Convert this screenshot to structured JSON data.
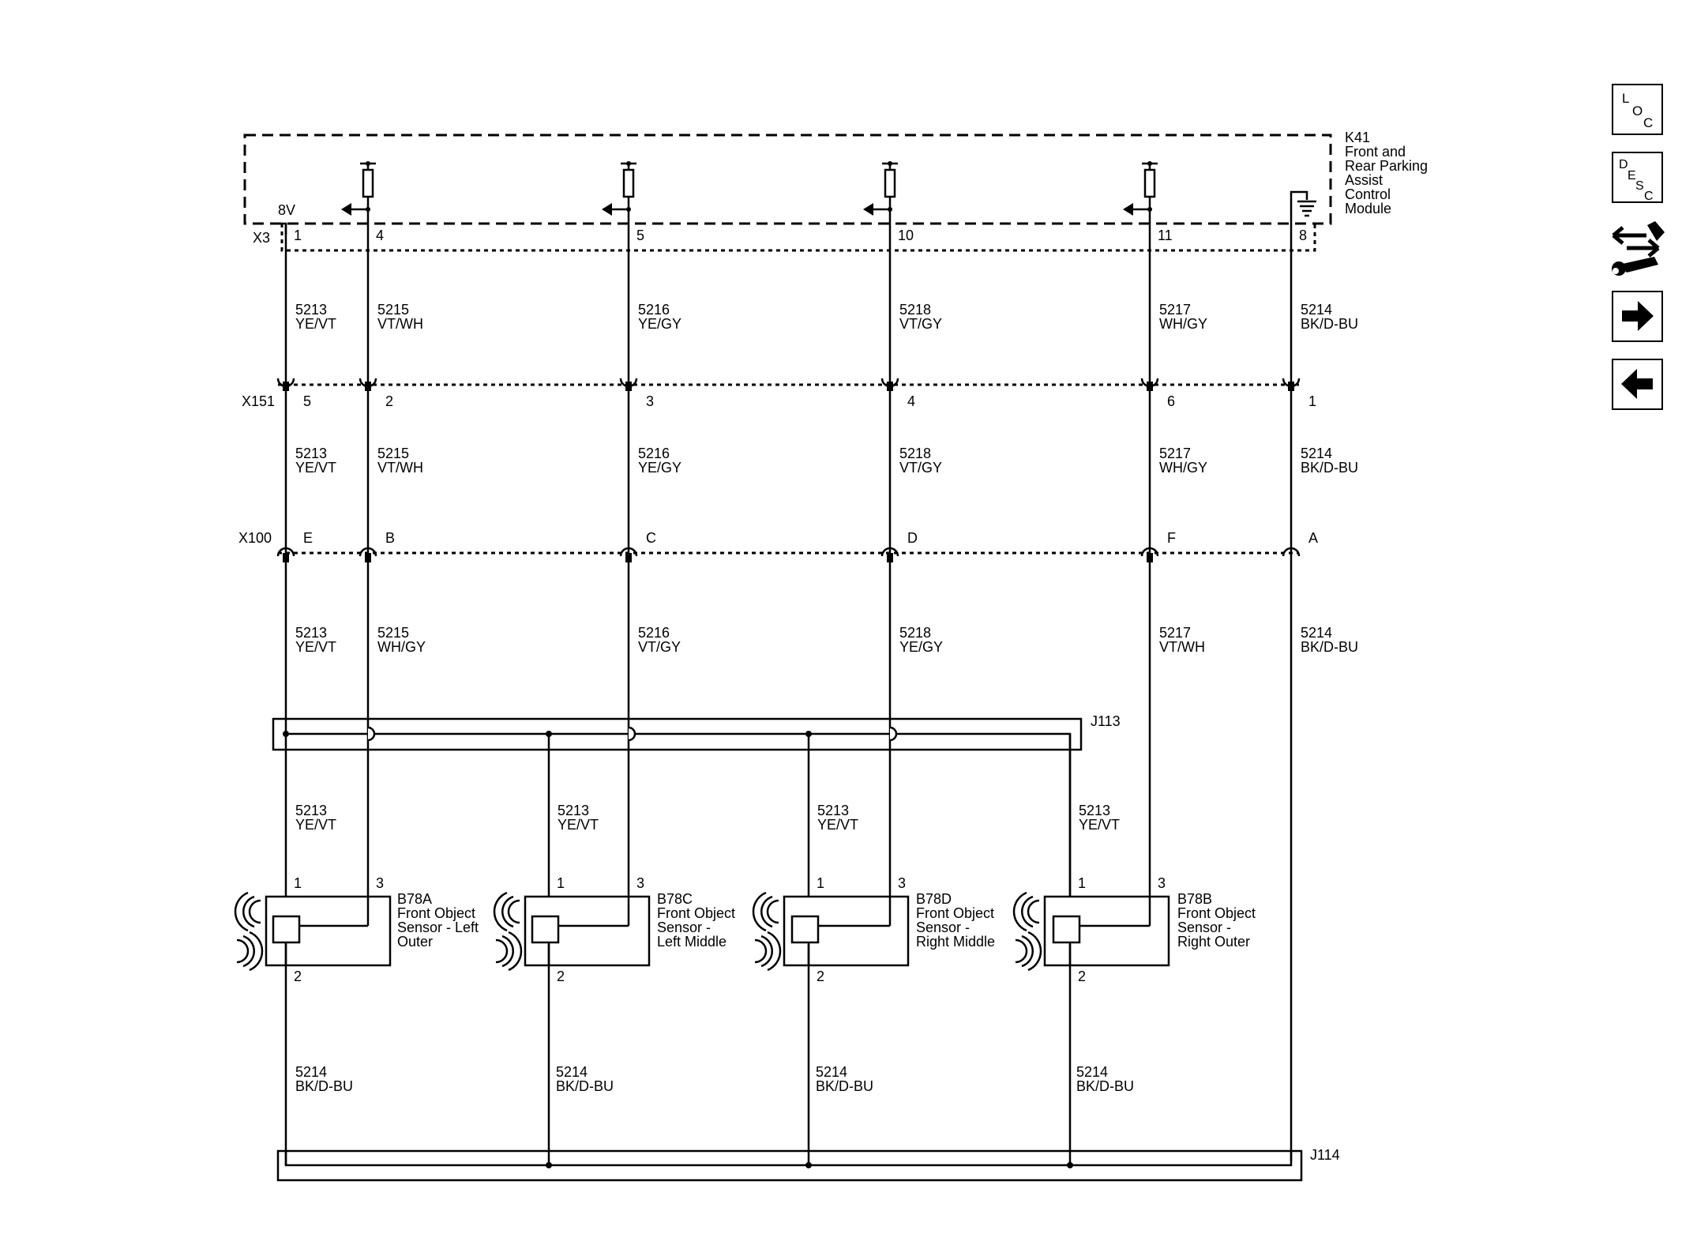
{
  "module": {
    "ref": "K41",
    "name_lines": [
      "Front and",
      "Rear Parking",
      "Assist",
      "Control",
      "Module"
    ],
    "connector": "X3",
    "voltage": "8V",
    "pins": [
      "1",
      "4",
      "5",
      "10",
      "11",
      "8"
    ]
  },
  "inline_connectors": [
    {
      "ref": "X151",
      "pins": [
        "5",
        "2",
        "3",
        "4",
        "6",
        "1"
      ]
    },
    {
      "ref": "X100",
      "pins": [
        "E",
        "B",
        "C",
        "D",
        "F",
        "A"
      ]
    }
  ],
  "wire_segments": {
    "k41_to_x151": [
      {
        "circuit": "5213",
        "color": "YE/VT"
      },
      {
        "circuit": "5215",
        "color": "VT/WH"
      },
      {
        "circuit": "5216",
        "color": "YE/GY"
      },
      {
        "circuit": "5218",
        "color": "VT/GY"
      },
      {
        "circuit": "5217",
        "color": "WH/GY"
      },
      {
        "circuit": "5214",
        "color": "BK/D-BU"
      }
    ],
    "x151_to_x100": [
      {
        "circuit": "5213",
        "color": "YE/VT"
      },
      {
        "circuit": "5215",
        "color": "VT/WH"
      },
      {
        "circuit": "5216",
        "color": "YE/GY"
      },
      {
        "circuit": "5218",
        "color": "VT/GY"
      },
      {
        "circuit": "5217",
        "color": "WH/GY"
      },
      {
        "circuit": "5214",
        "color": "BK/D-BU"
      }
    ],
    "x100_to_sensors": [
      {
        "circuit": "5213",
        "color": "YE/VT"
      },
      {
        "circuit": "5215",
        "color": "WH/GY"
      },
      {
        "circuit": "5216",
        "color": "VT/GY"
      },
      {
        "circuit": "5218",
        "color": "YE/GY"
      },
      {
        "circuit": "5217",
        "color": "VT/WH"
      },
      {
        "circuit": "5214",
        "color": "BK/D-BU"
      }
    ]
  },
  "splices": {
    "upper": "J113",
    "lower": "J114"
  },
  "splice_wire": {
    "circuit": "5213",
    "color": "YE/VT"
  },
  "ground_wire": {
    "circuit": "5214",
    "color": "BK/D-BU"
  },
  "sensors": [
    {
      "ref": "B78A",
      "name_lines": [
        "Front Object",
        "Sensor - Left",
        "Outer"
      ],
      "pin_supply": "1",
      "pin_signal": "3",
      "pin_ground": "2"
    },
    {
      "ref": "B78C",
      "name_lines": [
        "Front Object",
        "Sensor -",
        "Left Middle"
      ],
      "pin_supply": "1",
      "pin_signal": "3",
      "pin_ground": "2"
    },
    {
      "ref": "B78D",
      "name_lines": [
        "Front Object",
        "Sensor -",
        "Right Middle"
      ],
      "pin_supply": "1",
      "pin_signal": "3",
      "pin_ground": "2"
    },
    {
      "ref": "B78B",
      "name_lines": [
        "Front Object",
        "Sensor -",
        "Right Outer"
      ],
      "pin_supply": "1",
      "pin_signal": "3",
      "pin_ground": "2"
    }
  ],
  "nav": {
    "loc": [
      "L",
      "O",
      "C"
    ],
    "desc": [
      "D",
      "E",
      "S",
      "C"
    ]
  }
}
